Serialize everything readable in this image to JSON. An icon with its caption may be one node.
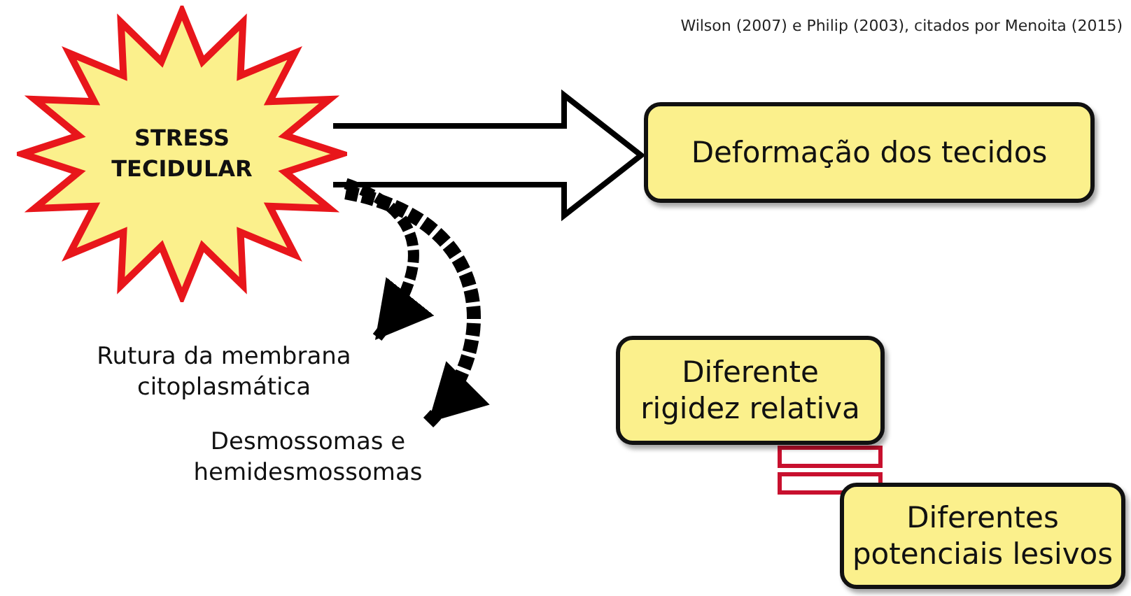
{
  "diagram": {
    "nodes": [
      {
        "text": [
          "STRESS TECIDULAR"
        ]
      },
      {
        "text": [
          "Deformação dos tecidos"
        ]
      },
      {
        "text": [
          "Rutura da membrana citoplasmática"
        ]
      },
      {
        "text": [
          "Desmossomas e hemidesmossomas"
        ]
      },
      {
        "text": [
          "Diferente rigidez relativa"
        ]
      },
      {
        "text": [
          "Diferentes potenciais lesivos"
        ]
      }
    ],
    "edges": [
      {
        "from": 0,
        "to": 1,
        "arrow": "to",
        "style": "thick"
      },
      {
        "from": 0,
        "to": 2,
        "arrow": "to",
        "style": "dashed"
      },
      {
        "from": 0,
        "to": 3,
        "arrow": "to",
        "style": "dashed"
      }
    ],
    "labels": [
      "Wilson (2007) e Philip (2003), citados por Menoita (2015)"
    ]
  }
}
